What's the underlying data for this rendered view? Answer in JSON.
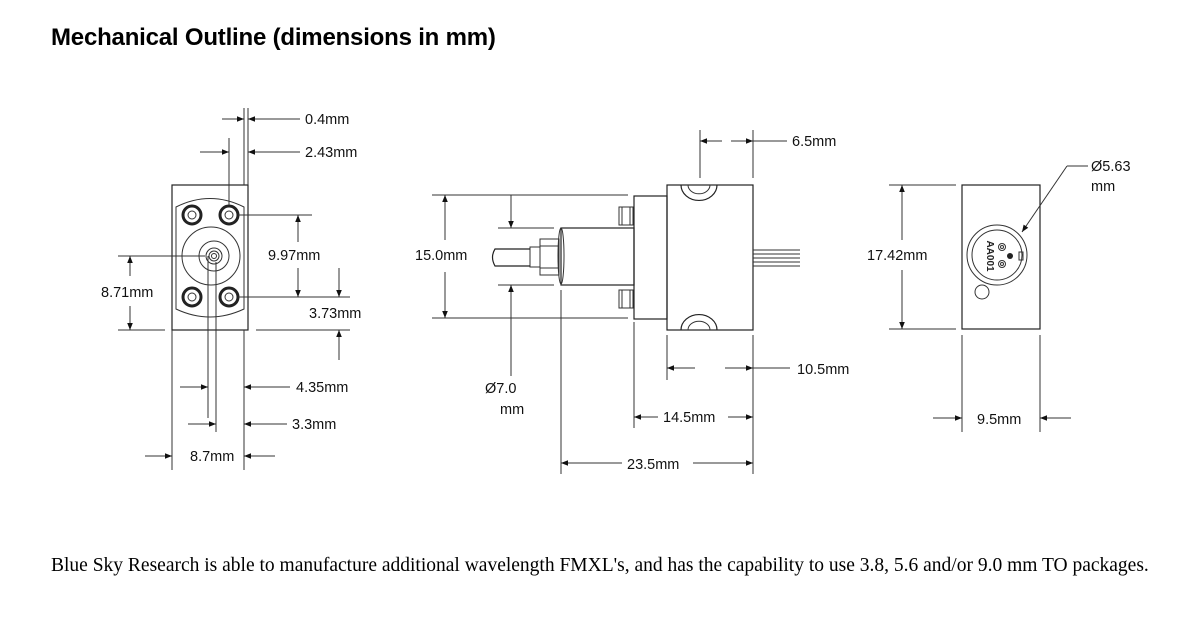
{
  "title": "Mechanical Outline (dimensions in mm)",
  "views": {
    "front": {
      "dims": {
        "d1": "0.4mm",
        "d2": "2.43mm",
        "d3": "9.97mm",
        "d4": "8.71mm",
        "d5": "3.73mm",
        "d6": "4.35mm",
        "d7": "3.3mm",
        "d8": "8.7mm"
      }
    },
    "side": {
      "dims": {
        "d1": "6.5mm",
        "d2": "15.0mm",
        "d3_symbol": "Ø",
        "d3_value": "7.0",
        "d3_unit": "mm",
        "d4": "10.5mm",
        "d5": "14.5mm",
        "d6": "23.5mm"
      }
    },
    "rear": {
      "dims": {
        "d1_symbol": "Ø",
        "d1_value": "5.63",
        "d1_unit": "mm",
        "d2": "17.42mm",
        "d3": "9.5mm"
      },
      "label_marking": "AA001"
    }
  },
  "paragraph": "Blue Sky Research is able to manufacture additional wavelength FMXL's, and has the capability to use 3.8, 5.6 and/or 9.0 mm TO packages."
}
